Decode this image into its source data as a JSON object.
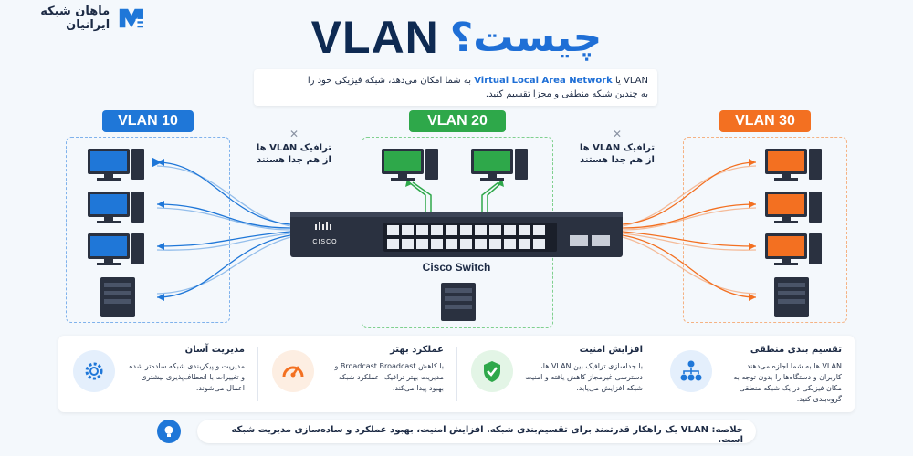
{
  "brand": {
    "name": "ماهان شبکه ایرانیان",
    "logo_icon": "brand-logo-icon",
    "color": "#1f77d8"
  },
  "title": {
    "main": "VLAN",
    "question": "چیست؟"
  },
  "intro": {
    "prefix": "VLAN یا",
    "term": "Virtual Local Area Network",
    "rest": "به شما امکان می‌دهد، شبکه فیزیکی خود را",
    "line2": "به چندین شبکه منطقی و مجزا تقسیم کنید."
  },
  "vlans": [
    {
      "label": "VLAN 10",
      "color": "#1f77d8"
    },
    {
      "label": "VLAN 20",
      "color": "#2ea84a"
    },
    {
      "label": "VLAN 30",
      "color": "#f37021"
    }
  ],
  "notes": {
    "left": {
      "line1": "ترافیک VLAN ها",
      "line2": "از هم جدا هستند",
      "mark": "✕"
    },
    "right": {
      "line1": "ترافیک VLAN ها",
      "line2": "از هم جدا هستند",
      "mark": "✕"
    }
  },
  "switch": {
    "label": "Cisco Switch",
    "brand": "CISCO"
  },
  "features": [
    {
      "title": "مدیریت آسان",
      "desc": "مدیریت و پیکربندی شبکه ساده‌تر شده و تغییرات با انعطاف‌پذیری بیشتری اعمال می‌شوند.",
      "icon": "gear-icon",
      "color": "#1f77d8"
    },
    {
      "title": "عملکرد بهتر",
      "desc": "با کاهش Broadcast Broadcast و مدیریت بهتر ترافیک، عملکرد شبکه بهبود پیدا می‌کند.",
      "icon": "speedometer-icon",
      "color": "#f37021"
    },
    {
      "title": "افزایش امنیت",
      "desc": "با جداسازی ترافیک بین VLAN ها، دسترسی غیرمجاز کاهش یافته و امنیت شبکه افزایش می‌یابد.",
      "icon": "shield-icon",
      "color": "#2ea84a"
    },
    {
      "title": "تقسیم بندی منطقی",
      "desc": "VLAN ها به شما اجازه می‌دهند کاربران و دستگاه‌ها را بدون توجه به مکان فیزیکی در یک شبکه منطقی گروه‌بندی کنید.",
      "icon": "hierarchy-icon",
      "color": "#1f77d8"
    }
  ],
  "summary": {
    "text": "خلاصه: VLAN یک راهکار قدرتمند برای تقسیم‌بندی شبکه. افزایش امنیت، بهبود عملکرد و ساده‌سازی مدیریت شبکه است.",
    "icon": "lightbulb-icon"
  }
}
